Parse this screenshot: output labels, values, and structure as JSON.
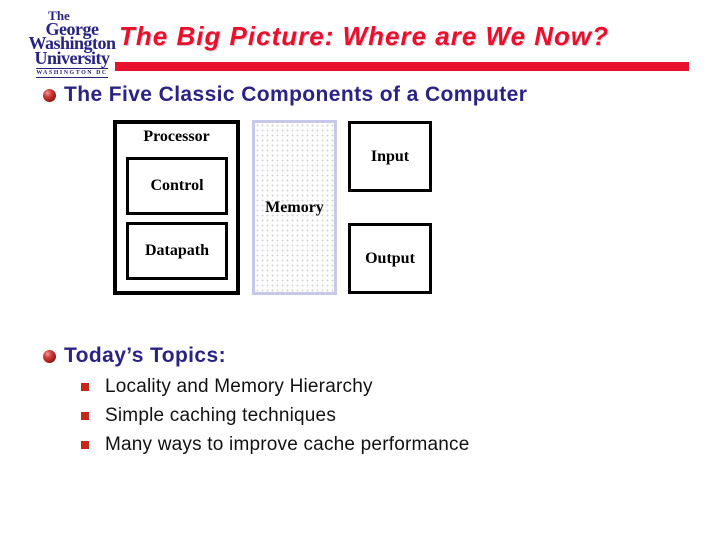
{
  "slide": {
    "logo": {
      "line1": "The",
      "line2": "George",
      "line3": "Washington",
      "line4": "University",
      "sub": "WASHINGTON DC"
    },
    "title": "The Big Picture: Where are We Now?",
    "section1_heading": "The Five Classic Components of a Computer",
    "diagram": {
      "processor_label": "Processor",
      "control_label": "Control",
      "datapath_label": "Datapath",
      "memory_label": "Memory",
      "input_label": "Input",
      "output_label": "Output"
    },
    "section2_heading": "Today’s Topics:",
    "topics": [
      "Locality and Memory Hierarchy",
      "Simple caching techniques",
      "Many ways to improve cache performance"
    ],
    "colors": {
      "accent_red": "#e8112d",
      "heading_navy": "#2b2383",
      "bullet_square_red": "#c4281c",
      "memory_border_lavender": "#c7c9ea"
    }
  }
}
